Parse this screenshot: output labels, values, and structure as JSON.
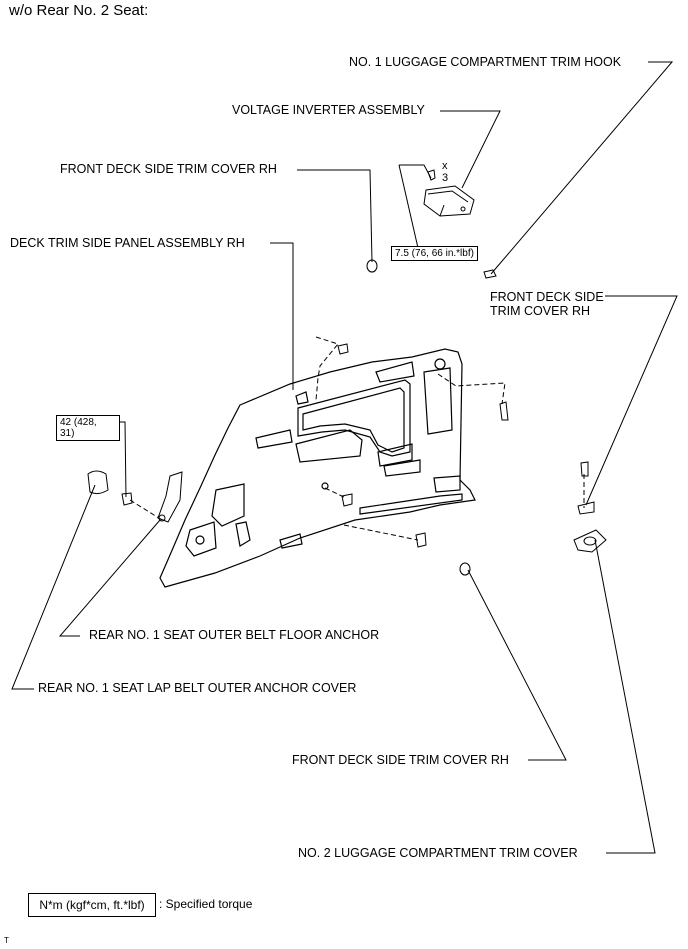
{
  "header": {
    "condition": "w/o Rear No. 2 Seat:"
  },
  "labels": {
    "hook": "NO. 1 LUGGAGE COMPARTMENT TRIM HOOK",
    "inverter": "VOLTAGE INVERTER ASSEMBLY",
    "front_cover_top": "FRONT DECK SIDE TRIM COVER RH",
    "deck_panel": "DECK TRIM SIDE PANEL ASSEMBLY RH",
    "front_cover_right": "FRONT DECK SIDE\nTRIM COVER RH",
    "belt_anchor": "REAR NO. 1 SEAT OUTER BELT FLOOR ANCHOR",
    "lap_cover": "REAR NO. 1 SEAT LAP BELT OUTER ANCHOR COVER",
    "front_cover_bottom": "FRONT DECK SIDE TRIM COVER RH",
    "no2_cover": "NO. 2 LUGGAGE COMPARTMENT TRIM COVER"
  },
  "torque": {
    "inverter": "7.5 (76, 66 in.*lbf)",
    "anchor": "42 (428,\n31)"
  },
  "count": {
    "x": "x",
    "n": "3"
  },
  "legend": {
    "box_text": "N*m (kgf*cm, ft.*lbf)",
    "desc": ": Specified torque"
  },
  "footer": {
    "code": "T"
  }
}
